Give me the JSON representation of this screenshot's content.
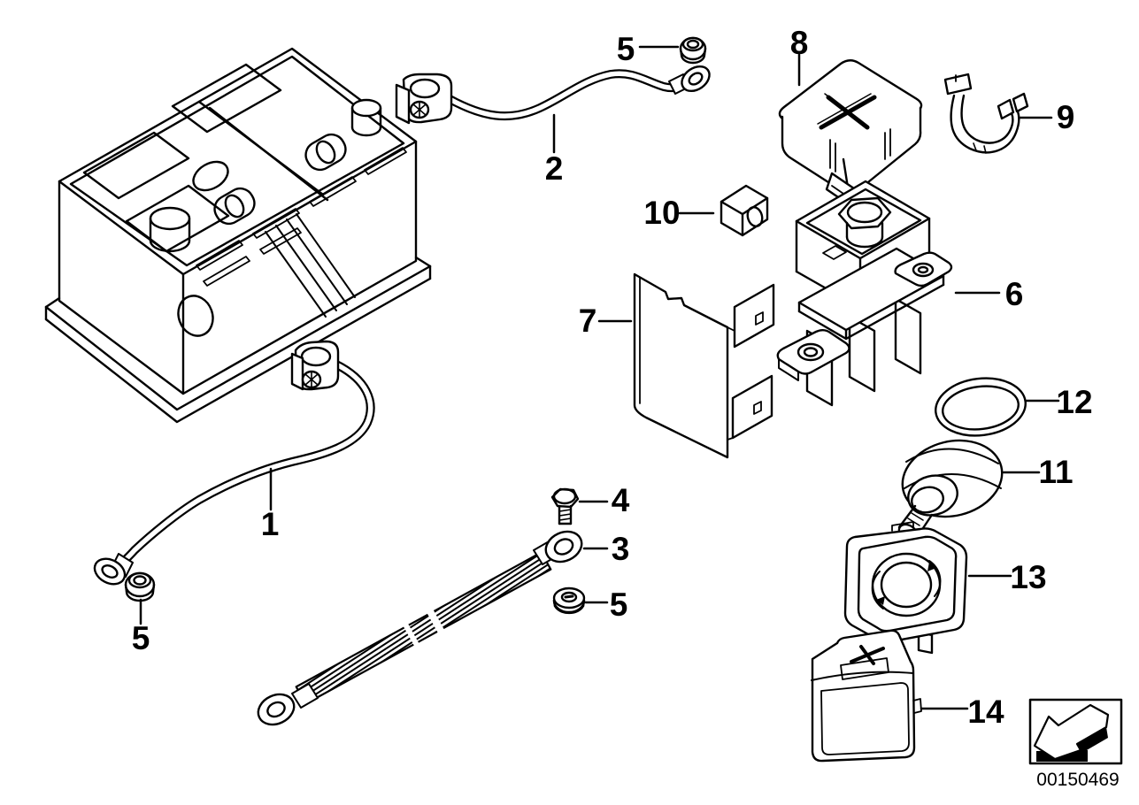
{
  "diagram": {
    "colors": {
      "line": "#000000",
      "background": "#ffffff"
    },
    "callouts": {
      "c1": "1",
      "c2": "2",
      "c3": "3",
      "c4": "4",
      "c5a": "5",
      "c5b": "5",
      "c5c": "5",
      "c6": "6",
      "c7": "7",
      "c8": "8",
      "c9": "9",
      "c10": "10",
      "c11": "11",
      "c12": "12",
      "c13": "13",
      "c14": "14"
    },
    "footer": {
      "part_number": "00150469"
    }
  }
}
